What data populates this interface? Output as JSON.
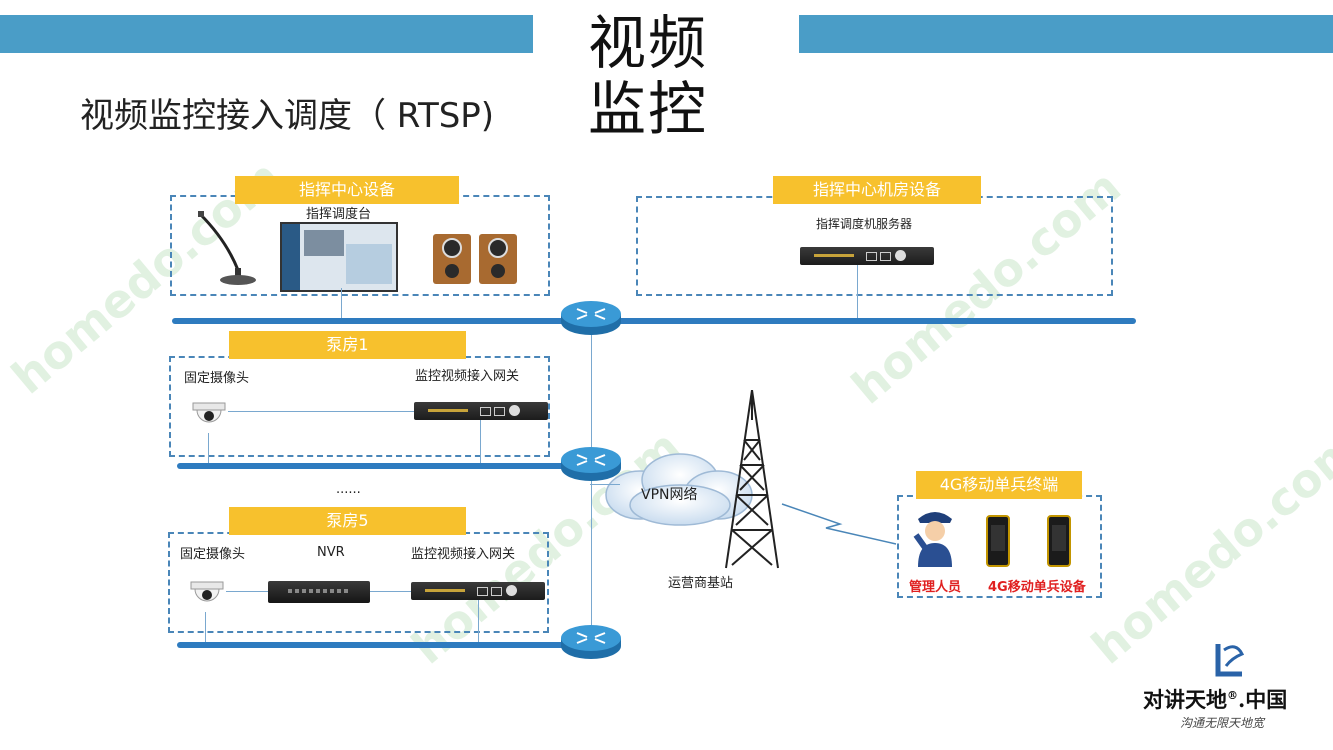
{
  "title": "视频\n监控",
  "title_line1": "视频",
  "title_line2": "监控",
  "subtitle": "视频监控接入调度（ RTSP)",
  "groups": {
    "command_center": "指挥中心设备",
    "server_room": "指挥中心机房设备",
    "pump1": "泵房1",
    "pump5": "泵房5",
    "mobile": "4G移动单兵终端"
  },
  "captions": {
    "console": "指挥调度台",
    "server": "指挥调度机服务器",
    "fixed_camera": "固定摄像头",
    "gateway": "监控视频接入网关",
    "nvr": "NVR",
    "ellipsis": "......",
    "vpn": "VPN网络",
    "base_station": "运营商基站",
    "manager": "管理人员",
    "mobile_device": "4G移动单兵设备"
  },
  "logo": {
    "name": "对讲天地",
    "reg": "®",
    "suffix": ".中国",
    "slogan": "沟通无限天地宽"
  },
  "colors": {
    "top_bar": "#4a9dc7",
    "label_bg": "#f7c12d",
    "bus": "#2e7bbf",
    "dash": "#4a86b8"
  }
}
